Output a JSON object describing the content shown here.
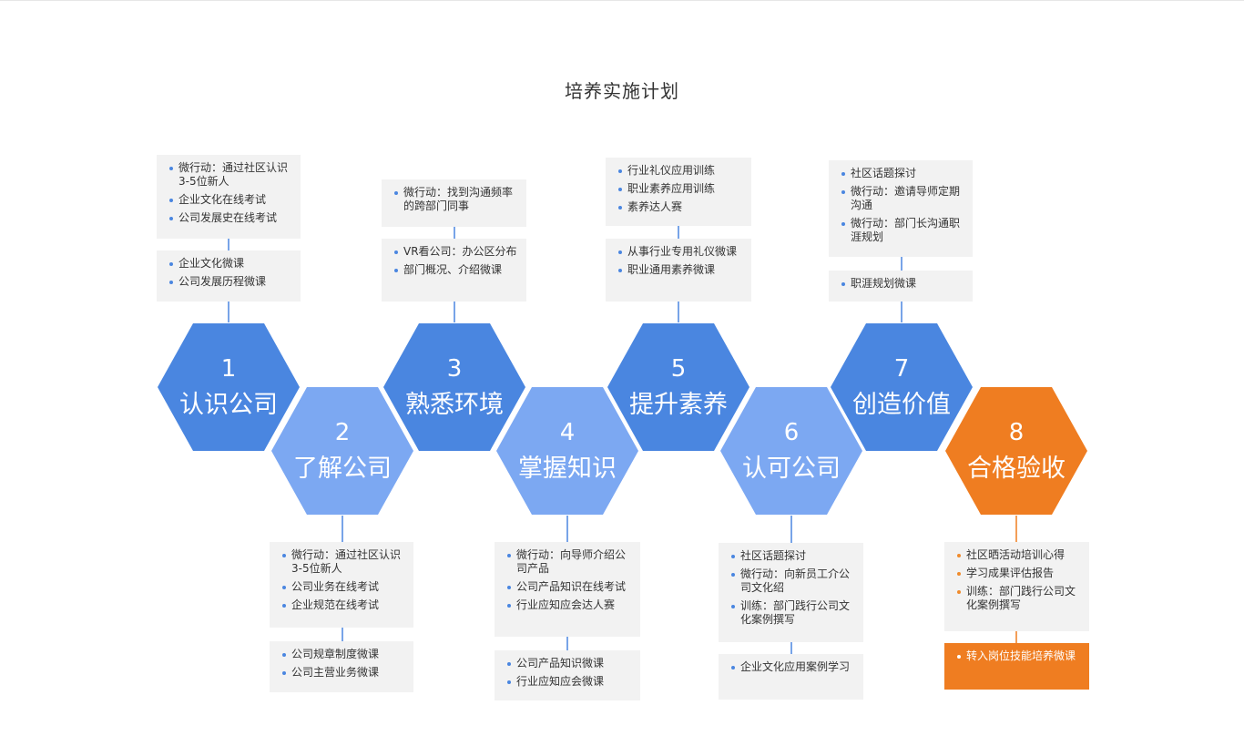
{
  "title": "培养实施计划",
  "colors": {
    "dark_blue": "#4a86e0",
    "light_blue": "#7ca8f2",
    "orange": "#ef7d21",
    "box_bg": "#f2f2f2"
  },
  "steps": [
    {
      "num": "1",
      "label": "认识公司"
    },
    {
      "num": "2",
      "label": "了解公司"
    },
    {
      "num": "3",
      "label": "熟悉环境"
    },
    {
      "num": "4",
      "label": "掌握知识"
    },
    {
      "num": "5",
      "label": "提升素养"
    },
    {
      "num": "6",
      "label": "认可公司"
    },
    {
      "num": "7",
      "label": "创造价值"
    },
    {
      "num": "8",
      "label": "合格验收"
    }
  ],
  "boxes": {
    "s1_outer": [
      "微行动：通过社区认识3-5位新人",
      "企业文化在线考试",
      "公司发展史在线考试"
    ],
    "s1_inner": [
      "企业文化微课",
      "公司发展历程微课"
    ],
    "s2_inner": [
      "微行动：通过社区认识3-5位新人",
      "公司业务在线考试",
      "企业规范在线考试"
    ],
    "s2_outer": [
      "公司规章制度微课",
      "公司主营业务微课"
    ],
    "s3_outer": [
      "微行动：找到沟通频率的跨部门同事"
    ],
    "s3_inner": [
      "VR看公司：办公区分布",
      "部门概况、介绍微课"
    ],
    "s4_inner": [
      "微行动：向导师介绍公司产品",
      "公司产品知识在线考试",
      "行业应知应会达人赛"
    ],
    "s4_outer": [
      "公司产品知识微课",
      "行业应知应会微课"
    ],
    "s5_outer": [
      "行业礼仪应用训练",
      "职业素养应用训练",
      "素养达人赛"
    ],
    "s5_inner": [
      "从事行业专用礼仪微课",
      "职业通用素养微课"
    ],
    "s6_inner": [
      "社区话题探讨",
      "微行动：向新员工介公司文化绍",
      "训练：部门践行公司文化案例撰写"
    ],
    "s6_outer": [
      "企业文化应用案例学习"
    ],
    "s7_outer": [
      "社区话题探讨",
      "微行动：邀请导师定期沟通",
      "微行动：部门长沟通职涯规划"
    ],
    "s7_inner": [
      "职涯规划微课"
    ],
    "s8_inner": [
      "社区晒活动培训心得",
      "学习成果评估报告",
      "训练：部门践行公司文化案例撰写"
    ],
    "s8_outer": [
      "转入岗位技能培养微课"
    ]
  }
}
